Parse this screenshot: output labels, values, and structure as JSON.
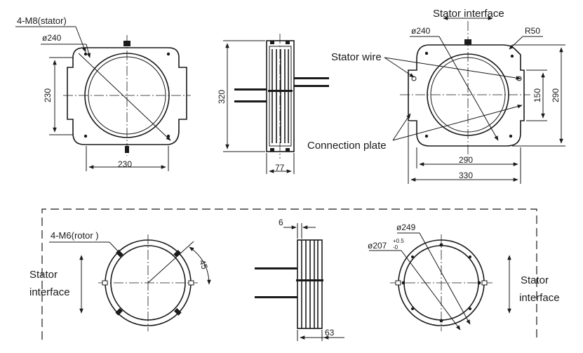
{
  "labels": {
    "stator_holes": "4-M8(stator)",
    "rotor_holes": "4-M6(rotor )",
    "stator_interface": "Stator interface",
    "stator_wire": "Stator wire",
    "connection_plate": "Connection plate",
    "stator_word": "Stator",
    "interface_word": "interface",
    "r50": "R50"
  },
  "dimensions": {
    "phi240_a": "ø240",
    "phi240_b": "ø240",
    "d230_vertical": "230",
    "d230_horizontal": "230",
    "d320": "320",
    "d77": "77",
    "d150": "150",
    "d290_vertical": "290",
    "d290_horizontal": "290",
    "d330": "330",
    "d6": "6",
    "d45": "45",
    "d63": "63",
    "phi249": "ø249",
    "phi207": "ø207",
    "phi207_tol_upper": "+0.5",
    "phi207_tol_lower": "-0"
  },
  "colors": {
    "line": "#1a1a1a",
    "background": "#ffffff"
  }
}
